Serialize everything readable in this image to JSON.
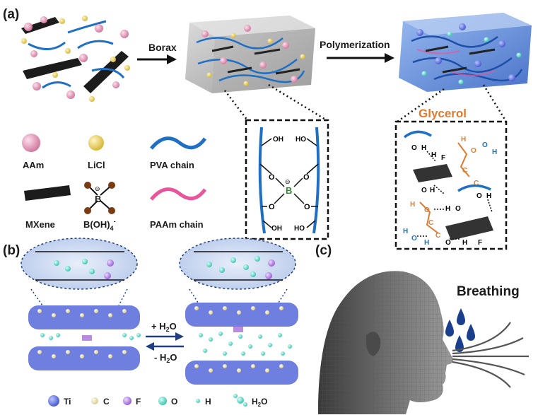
{
  "panels": {
    "a": {
      "label": "(a)",
      "arrow1_label": "Borax",
      "arrow2_label": "Polymerization",
      "glycerol_label": "Glycerol",
      "legend": {
        "aam": "AAm",
        "licl": "LiCl",
        "pva": "PVA chain",
        "mxene": "MXene",
        "borate": "B(OH)",
        "borate_sub": "4",
        "borate_sup": "-",
        "paam": "PAAm chain"
      },
      "borate_inset": {
        "oh": "OH",
        "ho": "HO",
        "o": "O",
        "b": "B",
        "minus": "⊖"
      },
      "glycerol_inset": {
        "o": "O",
        "h": "H",
        "c": "C",
        "f": "F"
      }
    },
    "b": {
      "label": "(b)",
      "plus_water": "+ H",
      "minus_water": "- H",
      "water_sub": "2",
      "water_o": "O",
      "legend": {
        "ti": "Ti",
        "c": "C",
        "f": "F",
        "o": "O",
        "h": "H",
        "h2o": "H",
        "h2o_sub": "2",
        "h2o_o": "O"
      }
    },
    "c": {
      "label": "(c)",
      "breathing": "Breathing"
    }
  },
  "colors": {
    "pva": "#1f6fc4",
    "paam": "#e8559a",
    "aam": "#e79ab8",
    "licl": "#e8cf5c",
    "mxene": "#222222",
    "boron": "#2e8b2e",
    "glycerol": "#e07b2e",
    "hydrogel": "#4a7fcf",
    "ti": "#6f7fe0",
    "carbon": "#f1e8b8",
    "fluorine": "#b98be0",
    "oxygen": "#7fe6d6",
    "drop": "#1a3f8c"
  }
}
